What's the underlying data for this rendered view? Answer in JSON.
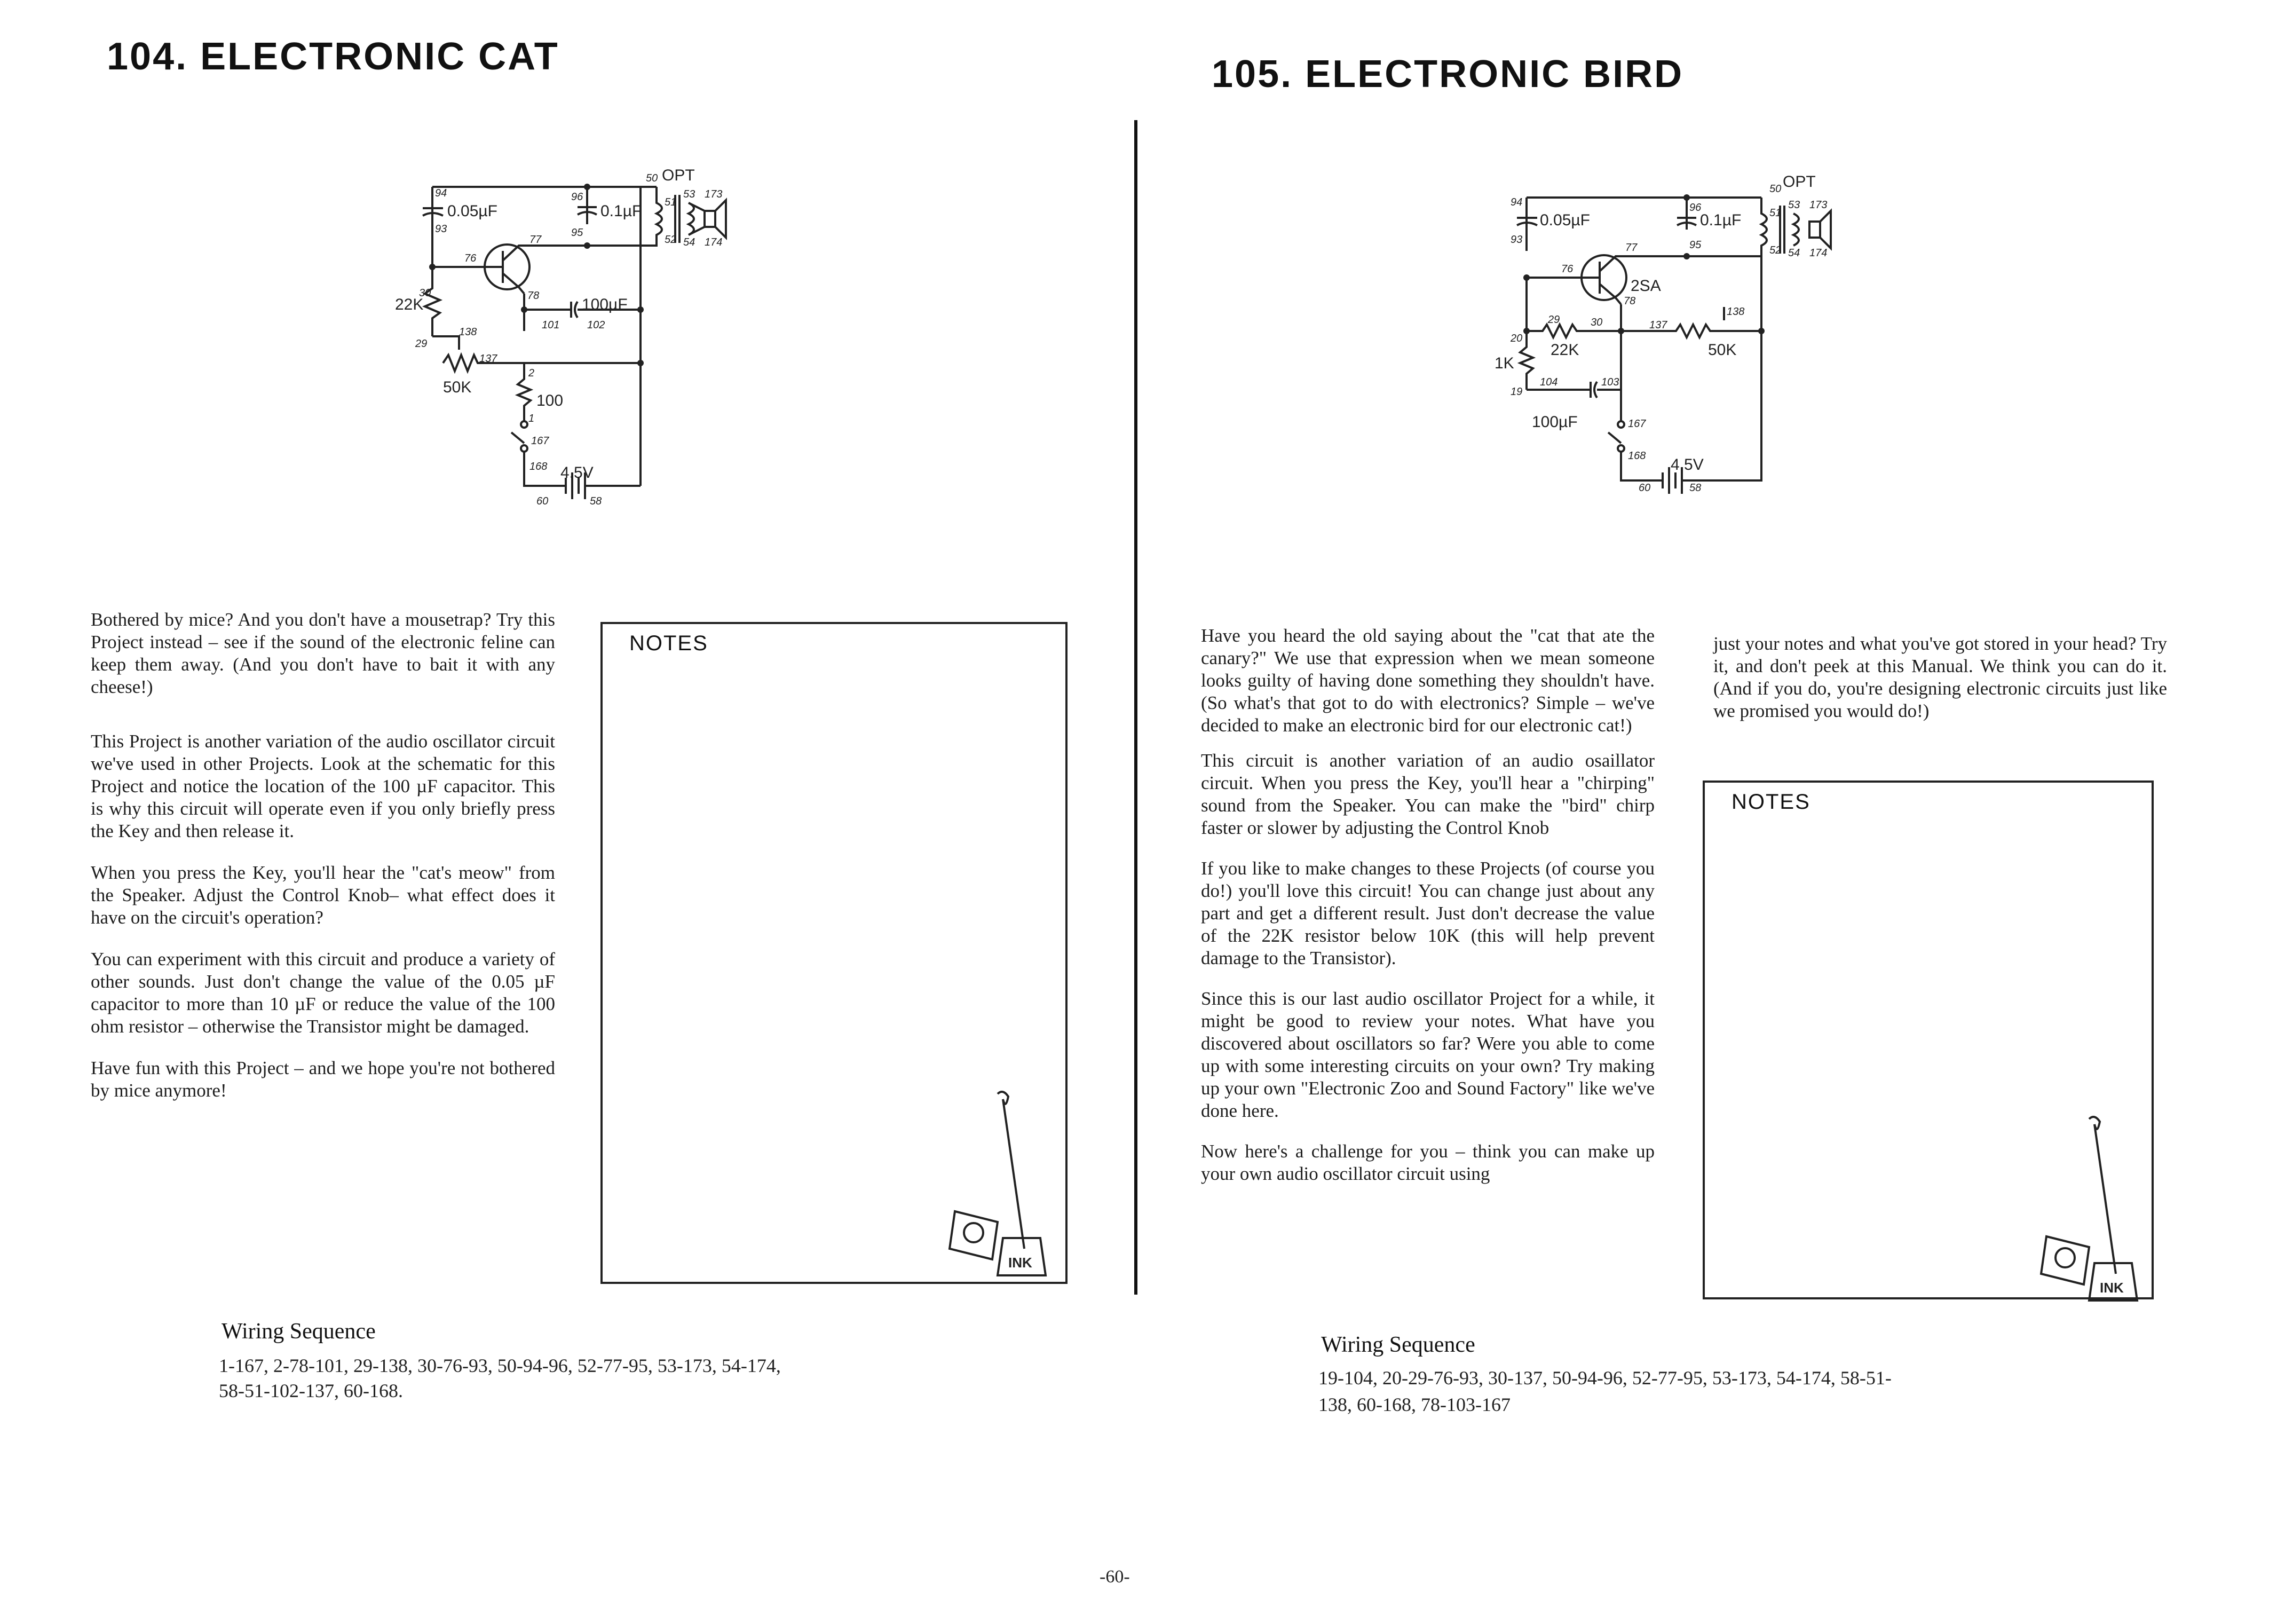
{
  "left": {
    "title": "104. ELECTRONIC CAT",
    "schematic": {
      "labels": {
        "opt": "OPT",
        "cap1": "0.05µF",
        "cap2": "0.1µF",
        "cap3": "100µF",
        "r1": "22K",
        "pot": "50K",
        "r2": "100",
        "battery": "4.5V",
        "t50": "50",
        "t51": "51",
        "t52": "52",
        "t53": "53",
        "t54": "54",
        "t173": "173",
        "t174": "174",
        "t94": "94",
        "t93": "93",
        "t96": "96",
        "t95": "95",
        "t76": "76",
        "t77": "77",
        "t78": "78",
        "t30": "30",
        "t29": "29",
        "t138": "138",
        "t137": "137",
        "t101": "101",
        "t102": "102",
        "t2": "2",
        "t1": "1",
        "t167": "167",
        "t168": "168",
        "t60": "60",
        "t58": "58"
      }
    },
    "paragraphs": [
      "Bothered by mice? And you don't have a mousetrap? Try this Project instead – see if the sound of the electronic feline can keep them away. (And you don't have to bait it with any cheese!)",
      "This Project is another variation of the audio oscillator circuit we've used in other Projects. Look at the schematic for this Project and notice the location of the 100 µF capacitor. This is why this circuit will operate even if you only briefly press the Key and then release it.",
      "When you press the Key, you'll hear the \"cat's meow\" from the Speaker. Adjust the Control Knob– what effect does it have on the circuit's operation?",
      "You can experiment with this circuit and produce a variety of other sounds. Just don't change the value of the 0.05 µF capacitor to more than 10 µF or reduce the value of the 100 ohm resistor – otherwise the Transistor might be damaged.",
      "Have fun with this Project – and we hope you're not bothered by mice anymore!"
    ],
    "notes_label": "NOTES",
    "wiring_title": "Wiring Sequence",
    "wiring_line1": "1-167, 2-78-101, 29-138, 30-76-93, 50-94-96, 52-77-95, 53-173, 54-174,",
    "wiring_line2": "58-51-102-137, 60-168."
  },
  "right": {
    "title": "105. ELECTRONIC BIRD",
    "schematic": {
      "labels": {
        "opt": "OPT",
        "cap1": "0.05µF",
        "cap2": "0.1µF",
        "cap3": "100µF",
        "transistor": "2SA",
        "r1": "22K",
        "pot": "50K",
        "r2": "1K",
        "battery": "4.5V",
        "t50": "50",
        "t51": "51",
        "t52": "52",
        "t53": "53",
        "t54": "54",
        "t173": "173",
        "t174": "174",
        "t94": "94",
        "t93": "93",
        "t96": "96",
        "t95": "95",
        "t76": "76",
        "t77": "77",
        "t78": "78",
        "t29": "29",
        "t30": "30",
        "t137": "137",
        "t138": "138",
        "t20": "20",
        "t19": "19",
        "t104": "104",
        "t103": "103",
        "t167": "167",
        "t168": "168",
        "t60": "60",
        "t58": "58"
      }
    },
    "col1_paragraphs": [
      "Have you heard the old saying about the \"cat that ate the canary?\" We use that expression when we mean someone looks guilty of having done something they shouldn't have. (So what's that got to do with electronics? Simple – we've decided to make an electronic bird for our electronic cat!)",
      "This circuit is another variation of an audio osaillator circuit. When you press the Key, you'll hear a \"chirping\" sound from the Speaker. You can make the \"bird\" chirp faster or slower by adjusting the Control Knob",
      "If you like to make changes to these Projects (of course you do!) you'll love this circuit! You can change just about any part and get a different result. Just don't decrease the value of the 22K resistor below 10K (this will help prevent damage to the Transistor).",
      "Since this is our last audio oscillator Project for a while, it might be good to review your notes. What have you discovered about oscillators so far? Were you able to come up with some interesting circuits on your own? Try making up your own \"Electronic Zoo and Sound Factory\" like we've done here.",
      "Now here's a challenge for you – think you can make up your own audio oscillator circuit using"
    ],
    "col2_paragraph": "just your notes and what you've got stored in your head? Try it, and don't peek at this Manual. We think you can do it. (And if you do, you're designing electronic circuits just like we promised you would do!)",
    "notes_label": "NOTES",
    "wiring_title": "Wiring Sequence",
    "wiring_line1": "19-104, 20-29-76-93, 30-137, 50-94-96, 52-77-95, 53-173, 54-174, 58-51-",
    "wiring_line2": "138, 60-168, 78-103-167"
  },
  "mascot_badge": "INK",
  "page_number": "-60-"
}
